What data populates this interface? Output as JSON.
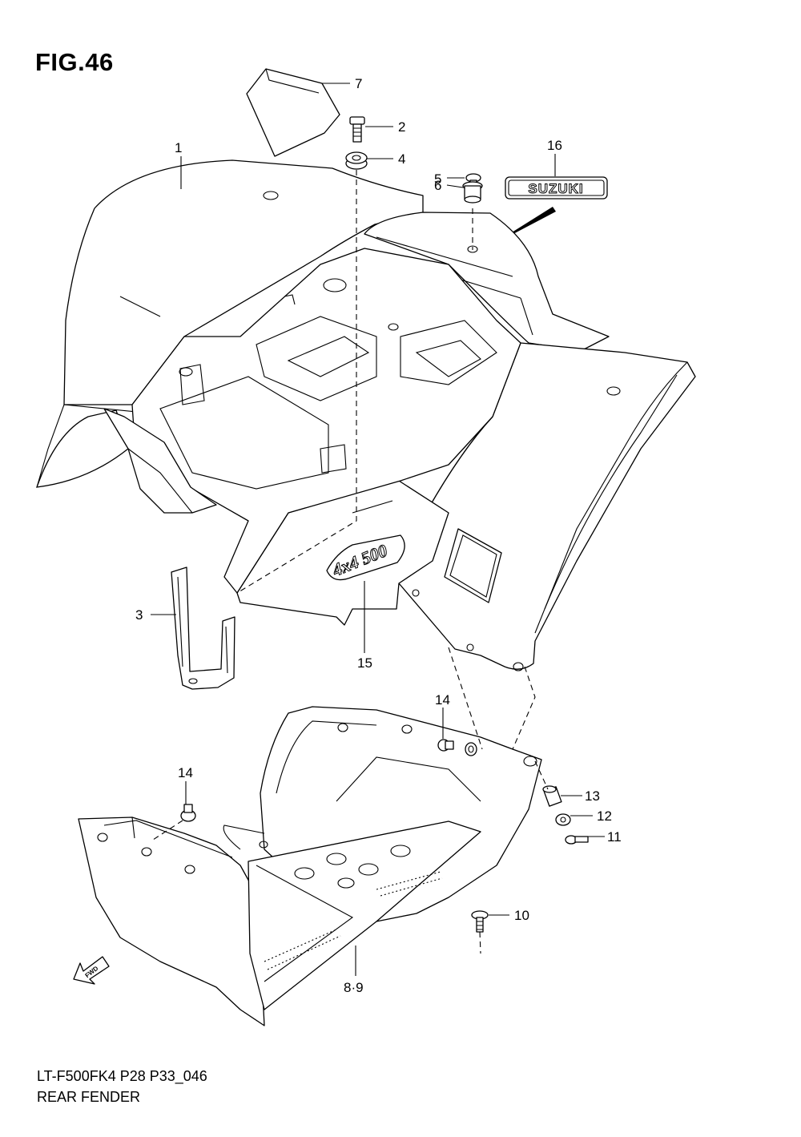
{
  "figure": {
    "title": "FIG.46",
    "model_code": "LT-F500FK4 P28 P33_046",
    "caption": "REAR FENDER"
  },
  "callouts": [
    "1",
    "2",
    "3",
    "4",
    "5",
    "6",
    "7",
    "8·9",
    "10",
    "11",
    "12",
    "13",
    "14",
    "14",
    "15",
    "16"
  ],
  "decals": {
    "brand": "SUZUKI",
    "model_badge": "4x4 500",
    "direction_arrow": "FWD"
  }
}
